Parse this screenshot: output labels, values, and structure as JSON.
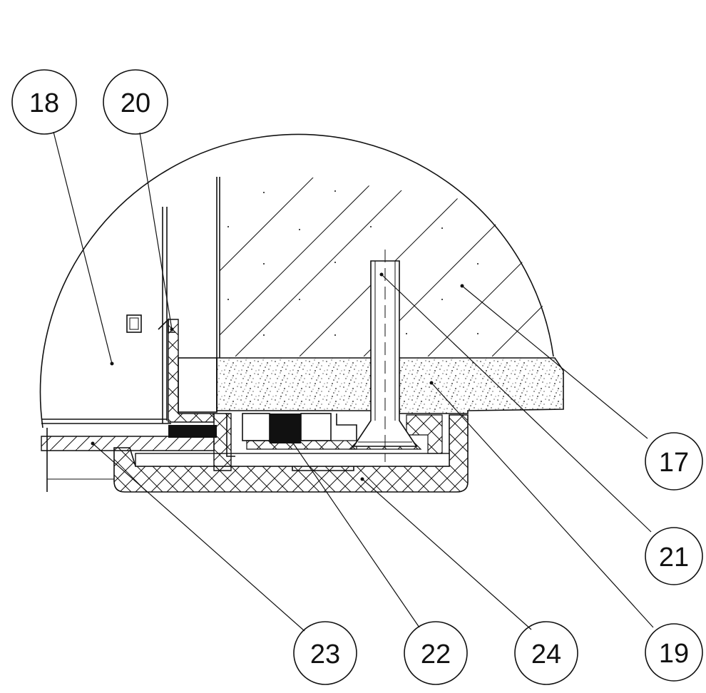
{
  "callouts": [
    {
      "id": "c18",
      "label": "18"
    },
    {
      "id": "c20",
      "label": "20"
    },
    {
      "id": "c17",
      "label": "17"
    },
    {
      "id": "c21",
      "label": "21"
    },
    {
      "id": "c19",
      "label": "19"
    },
    {
      "id": "c23",
      "label": "23"
    },
    {
      "id": "c22",
      "label": "22"
    },
    {
      "id": "c24",
      "label": "24"
    }
  ],
  "colors": {
    "line": "#111111",
    "background": "#ffffff",
    "gasket": "#111111"
  }
}
